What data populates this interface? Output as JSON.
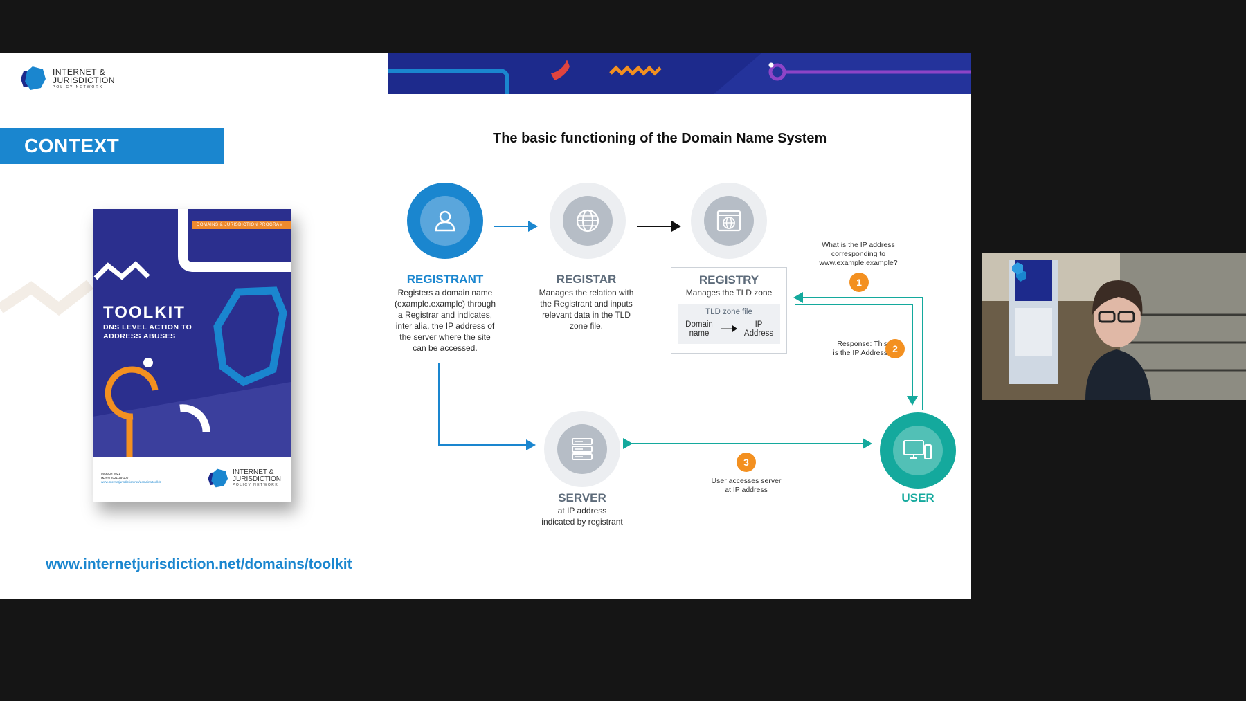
{
  "slide": {
    "logo": {
      "line1": "INTERNET &",
      "line2": "JURISDICTION",
      "line3": "POLICY NETWORK"
    },
    "context_label": "CONTEXT",
    "book": {
      "badge": "DOMAINS & JURISDICTION PROGRAM",
      "title": "TOOLKIT",
      "subtitle": "DNS LEVEL ACTION TO ADDRESS ABUSES",
      "meta_line1": "MARCH 2021",
      "meta_line2": "I&JPN 2021 25-100",
      "meta_line3": "www.internetjurisdiction.net/domains/toolkit",
      "logo_line1": "INTERNET &",
      "logo_line2": "JURISDICTION",
      "logo_line3": "POLICY NETWORK"
    },
    "url": "www.internetjurisdiction.net/domains/toolkit"
  },
  "diagram": {
    "title": "The basic functioning of the Domain Name System",
    "registrant": {
      "label": "REGISTRANT",
      "desc": [
        "Registers a domain name",
        "(example.example) through",
        "a Registrar and indicates,",
        "inter alia, the IP address of",
        "the server where the site",
        "can be accessed."
      ],
      "icon": "person-icon"
    },
    "registar": {
      "label": "REGISTAR",
      "desc": [
        "Manages the relation with",
        "the Registrant and inputs",
        "relevant data in the TLD",
        "zone file."
      ],
      "icon": "globe-icon"
    },
    "registry": {
      "label": "REGISTRY",
      "desc": "Manages the TLD zone",
      "zone_file": "TLD zone file",
      "domain_name": [
        "Domain",
        "name"
      ],
      "ip_address": [
        "IP",
        "Address"
      ],
      "icon": "browser-globe-icon"
    },
    "server": {
      "label": "SERVER",
      "desc": [
        "at IP address",
        "indicated by registrant"
      ],
      "icon": "server-icon"
    },
    "user": {
      "label": "USER",
      "icon": "devices-icon"
    },
    "steps": [
      {
        "num": "1",
        "text": [
          "What is the IP address",
          "corresponding to",
          "www.example.example?"
        ]
      },
      {
        "num": "2",
        "text": [
          "Response: This",
          "is the IP Address"
        ]
      },
      {
        "num": "3",
        "text": [
          "User accesses server",
          "at IP address"
        ]
      }
    ]
  },
  "colors": {
    "blue": "#1a86cf",
    "teal": "#14a99d",
    "orange": "#f39020",
    "navy": "#1d2a8c"
  }
}
